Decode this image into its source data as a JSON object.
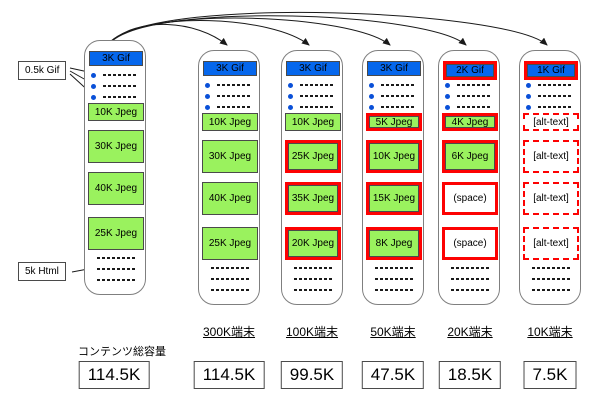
{
  "diagram": {
    "caption_total": "コンテンツ総容量",
    "annotations": {
      "gif_label": "0.5k Gif",
      "html_label": "5k Html"
    },
    "colors": {
      "blue": "#0667ec",
      "green": "#9af25e",
      "highlight_red": "#fd0202",
      "bullet_blue": "#0a50d8"
    },
    "columns": [
      {
        "id": "original",
        "device_label": "",
        "total": "114.5K",
        "header": {
          "label": "3K Gif",
          "highlight": false
        },
        "bullets": 3,
        "dashes": 3,
        "boxes": [
          {
            "label": "10K Jpeg",
            "style": "green",
            "highlight": false
          },
          {
            "label": "30K Jpeg",
            "style": "green",
            "highlight": false
          },
          {
            "label": "40K Jpeg",
            "style": "green",
            "highlight": false
          },
          {
            "label": "25K Jpeg",
            "style": "green",
            "highlight": false
          }
        ]
      },
      {
        "id": "300k",
        "device_label": "300K端末",
        "total": "114.5K",
        "header": {
          "label": "3K Gif",
          "highlight": false
        },
        "bullets": 3,
        "dashes": 3,
        "boxes": [
          {
            "label": "10K Jpeg",
            "style": "green",
            "highlight": false
          },
          {
            "label": "30K Jpeg",
            "style": "green",
            "highlight": false
          },
          {
            "label": "40K Jpeg",
            "style": "green",
            "highlight": false
          },
          {
            "label": "25K Jpeg",
            "style": "green",
            "highlight": false
          }
        ]
      },
      {
        "id": "100k",
        "device_label": "100K端末",
        "total": "99.5K",
        "header": {
          "label": "3K Gif",
          "highlight": false
        },
        "bullets": 3,
        "dashes": 3,
        "boxes": [
          {
            "label": "10K Jpeg",
            "style": "green",
            "highlight": false
          },
          {
            "label": "25K Jpeg",
            "style": "green",
            "highlight": true
          },
          {
            "label": "35K Jpeg",
            "style": "green",
            "highlight": true
          },
          {
            "label": "20K Jpeg",
            "style": "green",
            "highlight": true
          }
        ]
      },
      {
        "id": "50k",
        "device_label": "50K端末",
        "total": "47.5K",
        "header": {
          "label": "3K Gif",
          "highlight": false
        },
        "bullets": 3,
        "dashes": 3,
        "boxes": [
          {
            "label": "5K Jpeg",
            "style": "green",
            "highlight": true
          },
          {
            "label": "10K Jpeg",
            "style": "green",
            "highlight": true
          },
          {
            "label": "15K Jpeg",
            "style": "green",
            "highlight": true
          },
          {
            "label": "8K Jpeg",
            "style": "green",
            "highlight": true
          }
        ]
      },
      {
        "id": "20k",
        "device_label": "20K端末",
        "total": "18.5K",
        "header": {
          "label": "2K Gif",
          "highlight": true
        },
        "bullets": 3,
        "dashes": 3,
        "boxes": [
          {
            "label": "4K Jpeg",
            "style": "green",
            "highlight": true
          },
          {
            "label": "6K Jpeg",
            "style": "green",
            "highlight": true
          },
          {
            "label": "(space)",
            "style": "space",
            "highlight": true
          },
          {
            "label": "(space)",
            "style": "space",
            "highlight": true
          }
        ]
      },
      {
        "id": "10k",
        "device_label": "10K端末",
        "total": "7.5K",
        "header": {
          "label": "1K Gif",
          "highlight": true
        },
        "bullets": 3,
        "dashes": 3,
        "boxes": [
          {
            "label": "[alt-text]",
            "style": "alt",
            "highlight": false
          },
          {
            "label": "[alt-text]",
            "style": "alt",
            "highlight": false
          },
          {
            "label": "[alt-text]",
            "style": "alt",
            "highlight": false
          },
          {
            "label": "[alt-text]",
            "style": "alt",
            "highlight": false
          }
        ]
      }
    ]
  }
}
